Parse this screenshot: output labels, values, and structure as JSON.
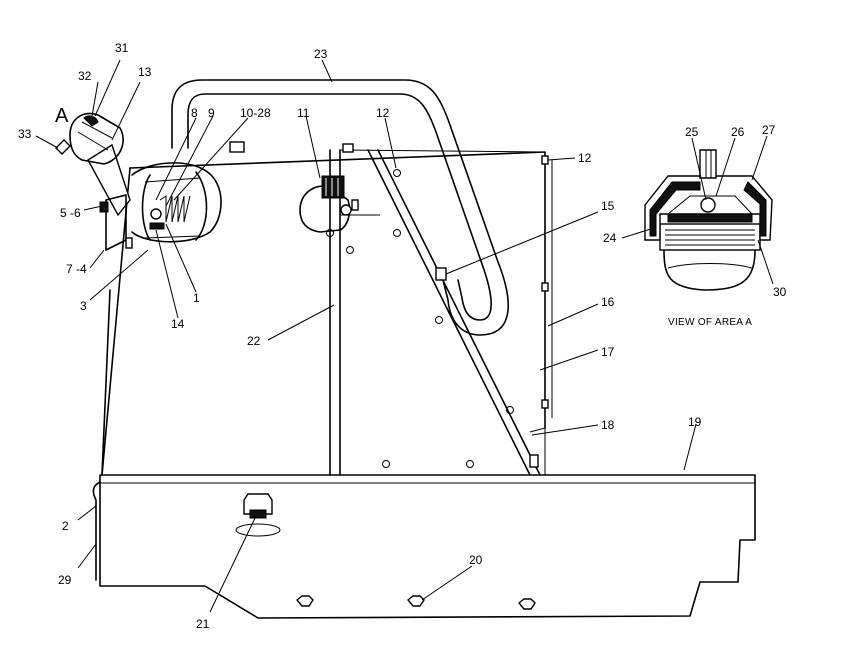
{
  "labels": {
    "n1": "1",
    "n2": "2",
    "n3": "3",
    "n5_6": "5 -6",
    "n7_4": "7 -4",
    "n8": "8",
    "n9": "9",
    "n10_28": "10-28",
    "n11": "11",
    "n12a": "12",
    "n12b": "12",
    "n13": "13",
    "n14": "14",
    "n15": "15",
    "n16": "16",
    "n17": "17",
    "n18": "18",
    "n19": "19",
    "n20": "20",
    "n21": "21",
    "n22": "22",
    "n23": "23",
    "n24": "24",
    "n25": "25",
    "n26": "26",
    "n27": "27",
    "n29": "29",
    "n30": "30",
    "n31": "31",
    "n32": "32",
    "n33": "33",
    "view_marker": "A",
    "view_caption": "VIEW OF AREA A"
  }
}
